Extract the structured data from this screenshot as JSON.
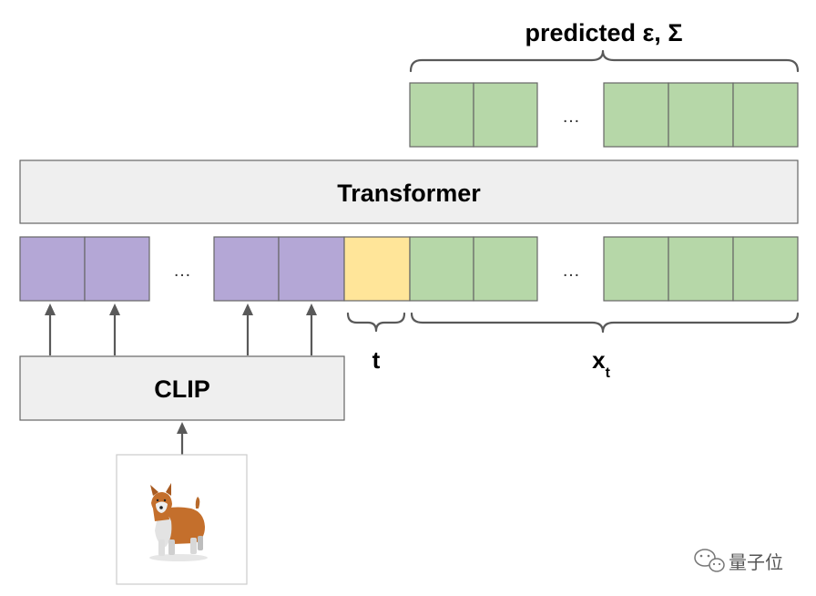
{
  "diagram": {
    "output_label": "predicted ε, Σ",
    "transformer_label": "Transformer",
    "clip_label": "CLIP",
    "t_label": "t",
    "xt_label": "x",
    "xt_subscript": "t",
    "ellipsis": "…",
    "image_subject_icon": "corgi-icon"
  },
  "watermark": {
    "text": "量子位",
    "icon": "wechat-icon"
  },
  "colors": {
    "clip_token": "#b4a7d6",
    "timestep_token": "#ffe599",
    "noised_token": "#b6d7a8",
    "block_fill": "#efefef",
    "stroke": "#666666"
  }
}
